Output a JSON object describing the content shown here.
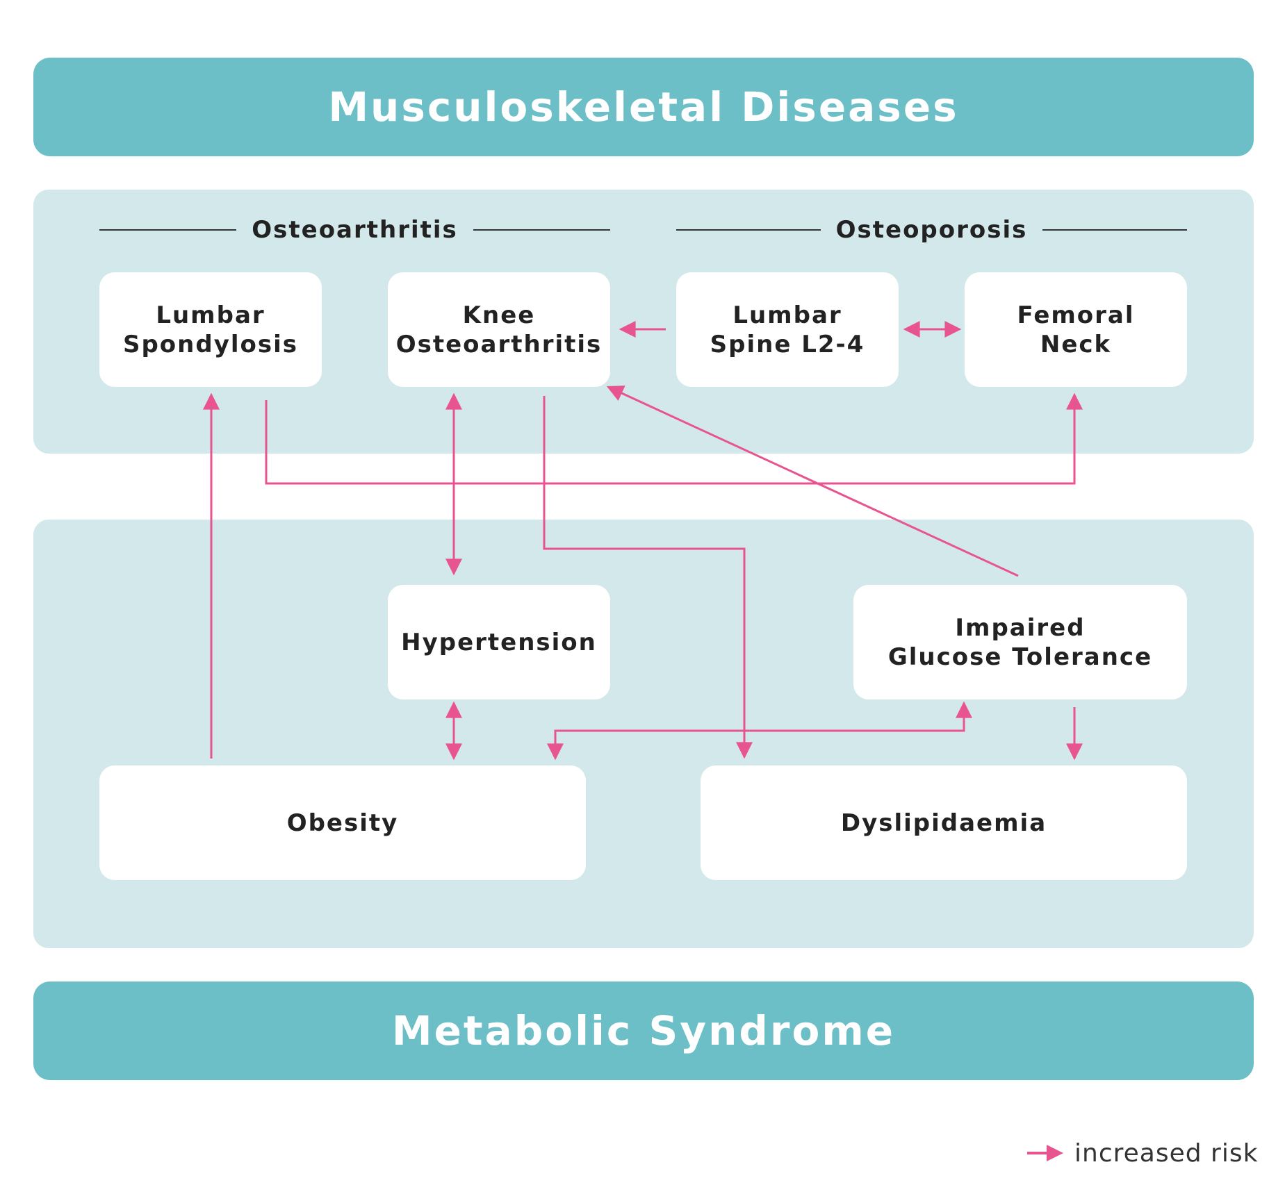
{
  "header": {
    "title": "Musculoskeletal Diseases"
  },
  "footer": {
    "title": "Metabolic Syndrome"
  },
  "groups": {
    "osteoarthritis": "Osteoarthritis",
    "osteoporosis": "Osteoporosis"
  },
  "nodes": {
    "lumbar_spondylosis": [
      "Lumbar",
      "Spondylosis"
    ],
    "knee_osteoarthritis": [
      "Knee",
      "Osteoarthritis"
    ],
    "lumbar_spine": [
      "Lumbar",
      "Spine L2-4"
    ],
    "femoral_neck": [
      "Femoral",
      "Neck"
    ],
    "hypertension": [
      "Hypertension"
    ],
    "impaired_glucose": [
      "Impaired",
      "Glucose Tolerance"
    ],
    "obesity": [
      "Obesity"
    ],
    "dyslipidaemia": [
      "Dyslipidaemia"
    ]
  },
  "edges": [
    {
      "from": "Lumbar Spine L2-4",
      "to": "Knee Osteoarthritis"
    },
    {
      "from": "Lumbar Spine L2-4",
      "to": "Femoral Neck",
      "bidirectional": true
    },
    {
      "from": "Obesity",
      "to": "Lumbar Spondylosis"
    },
    {
      "from": "Lumbar Spondylosis",
      "to": "Femoral Neck"
    },
    {
      "from": "Knee Osteoarthritis",
      "to": "Hypertension",
      "bidirectional": true
    },
    {
      "from": "Knee Osteoarthritis",
      "to": "Dyslipidaemia"
    },
    {
      "from": "Impaired Glucose Tolerance",
      "to": "Knee Osteoarthritis"
    },
    {
      "from": "Hypertension",
      "to": "Obesity",
      "bidirectional": true
    },
    {
      "from": "Obesity",
      "to": "Impaired Glucose Tolerance",
      "bidirectional": true
    },
    {
      "from": "Impaired Glucose Tolerance",
      "to": "Dyslipidaemia"
    }
  ],
  "legend": {
    "label": "increased risk"
  },
  "colors": {
    "banner": "#6cbfc6",
    "panel": "#d2e8ea",
    "arrow": "#e8548f",
    "text": "#222222"
  }
}
